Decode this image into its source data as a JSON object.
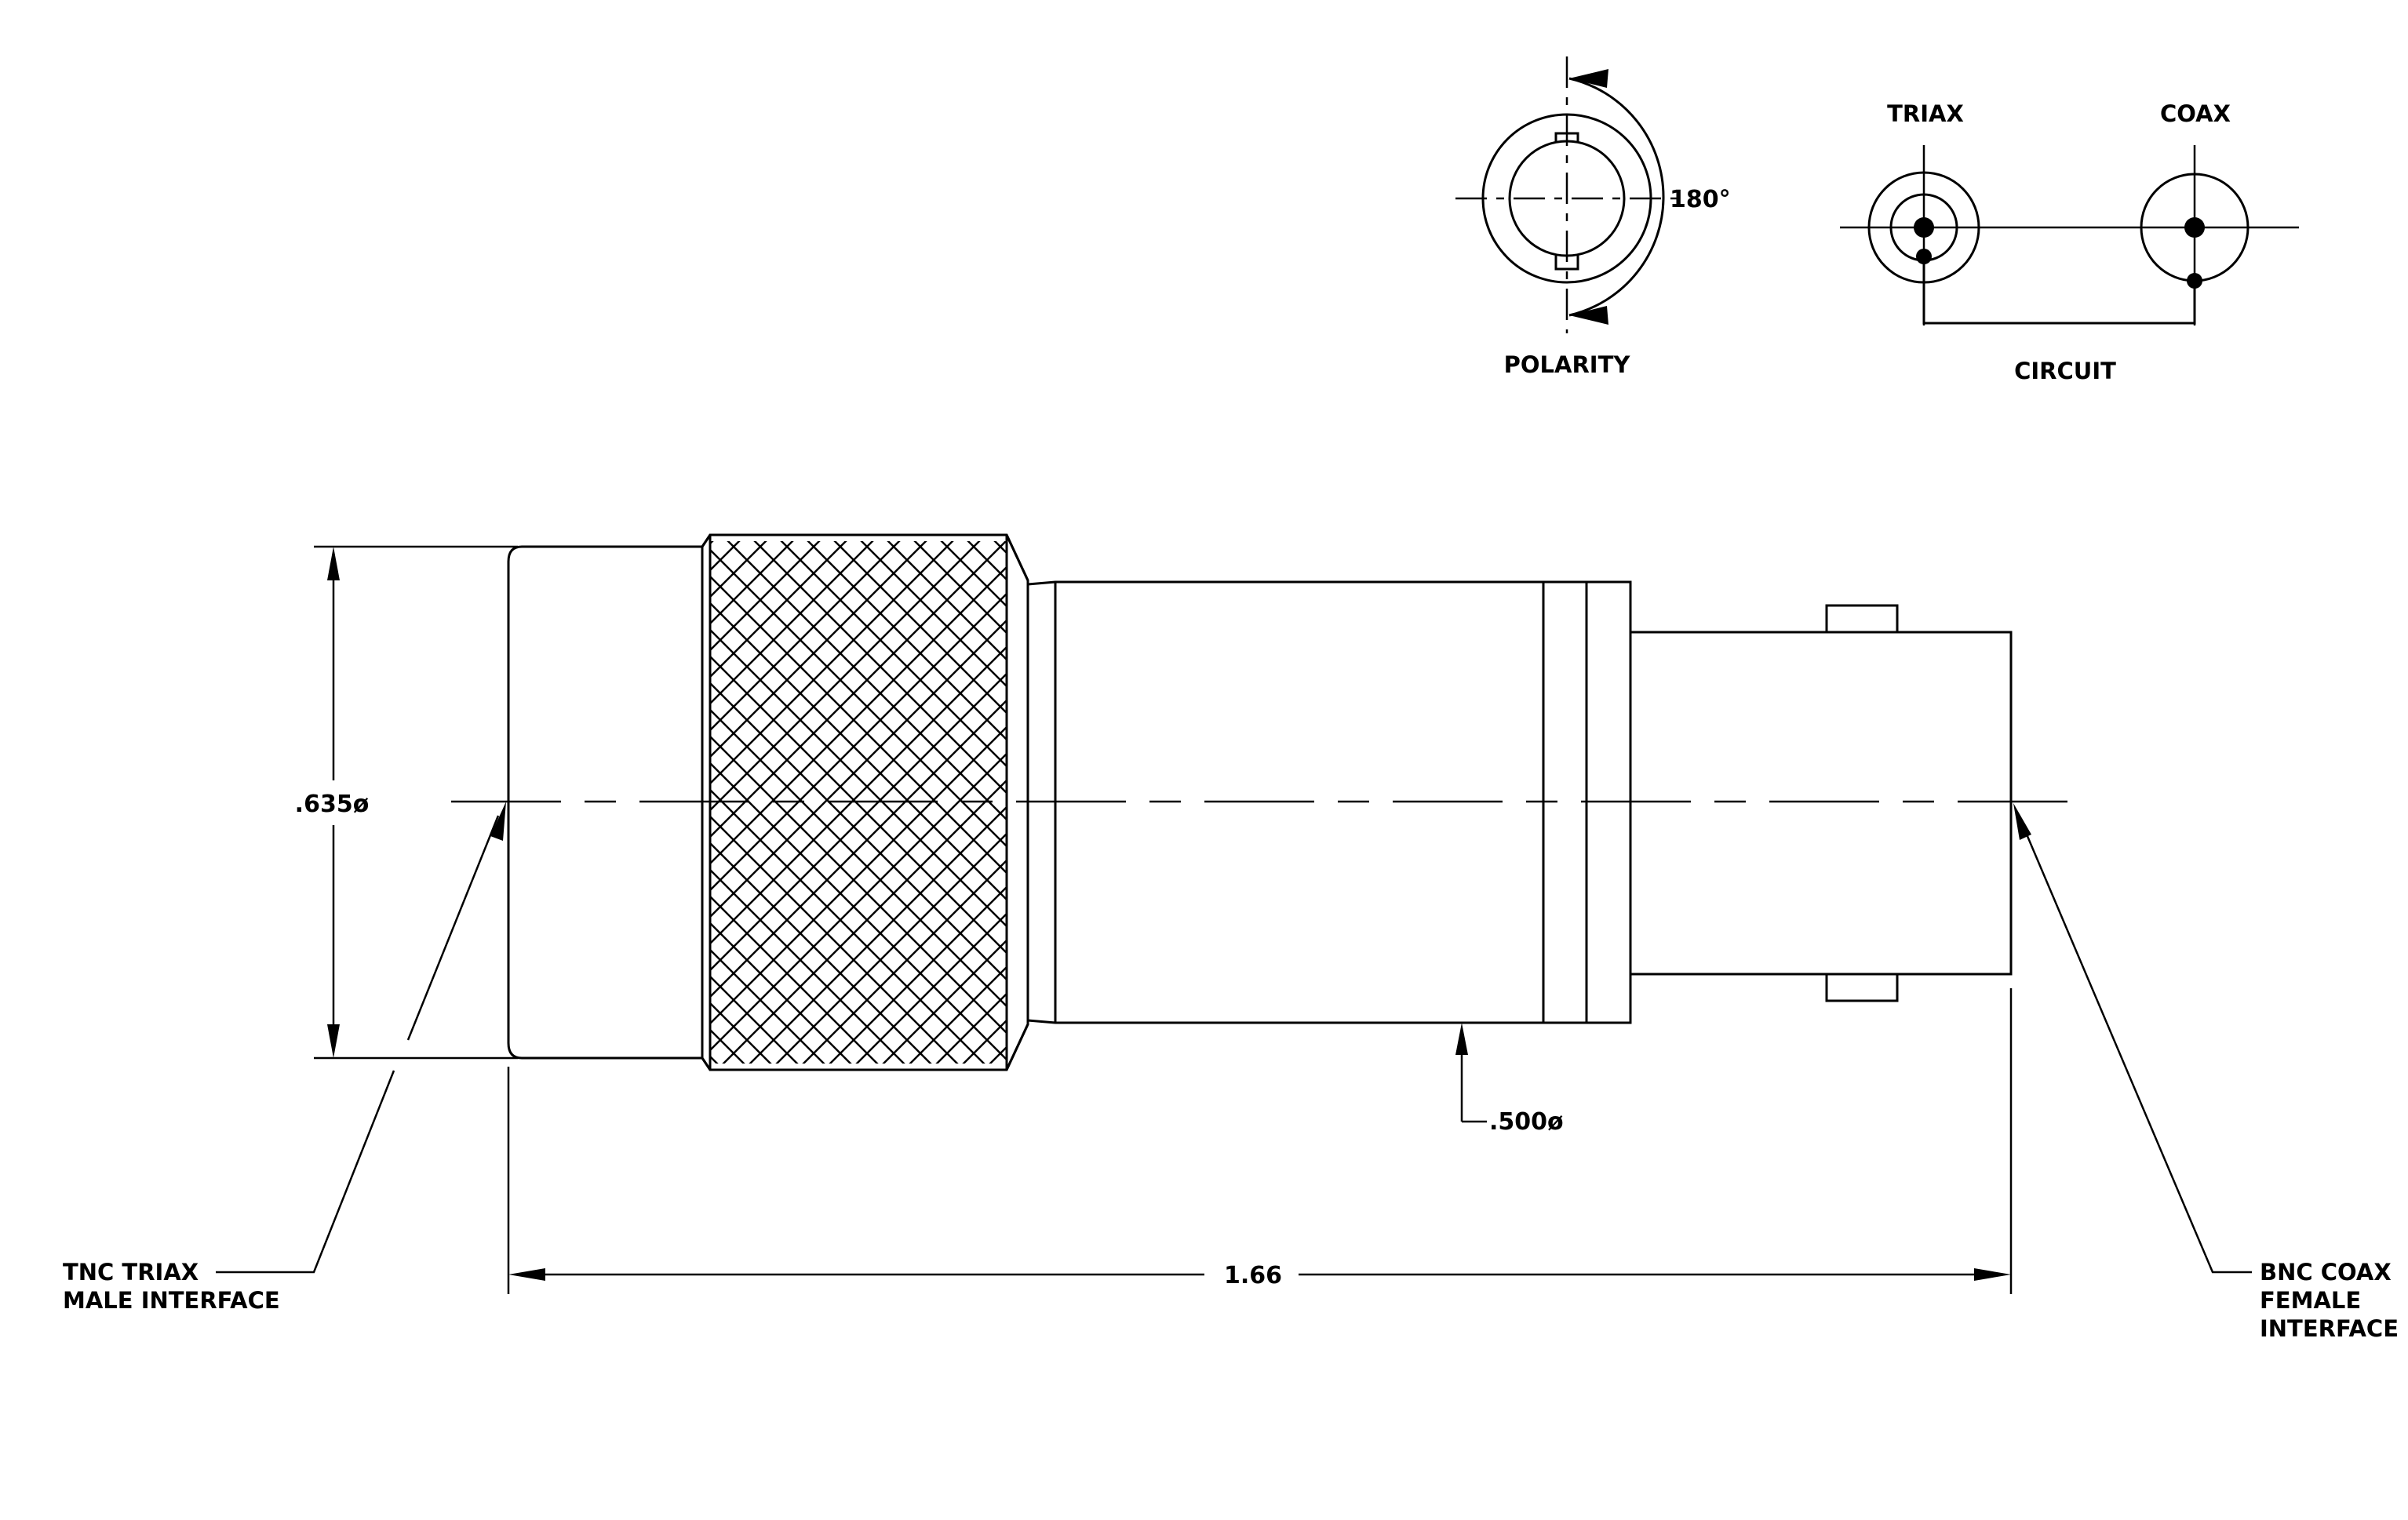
{
  "polarity": {
    "label": "POLARITY",
    "angle_label": "180°"
  },
  "circuit": {
    "label": "CIRCUIT",
    "triax_label": "TRIAX",
    "coax_label": "COAX"
  },
  "dimensions": {
    "outer_diameter": ".635ø",
    "body_diameter": ".500ø",
    "overall_length": "1.66"
  },
  "callouts": {
    "left_line1": "TNC  TRIAX",
    "left_line2": "MALE  INTERFACE",
    "right_line1": "BNC  COAX",
    "right_line2": "FEMALE",
    "right_line3": "INTERFACE"
  }
}
